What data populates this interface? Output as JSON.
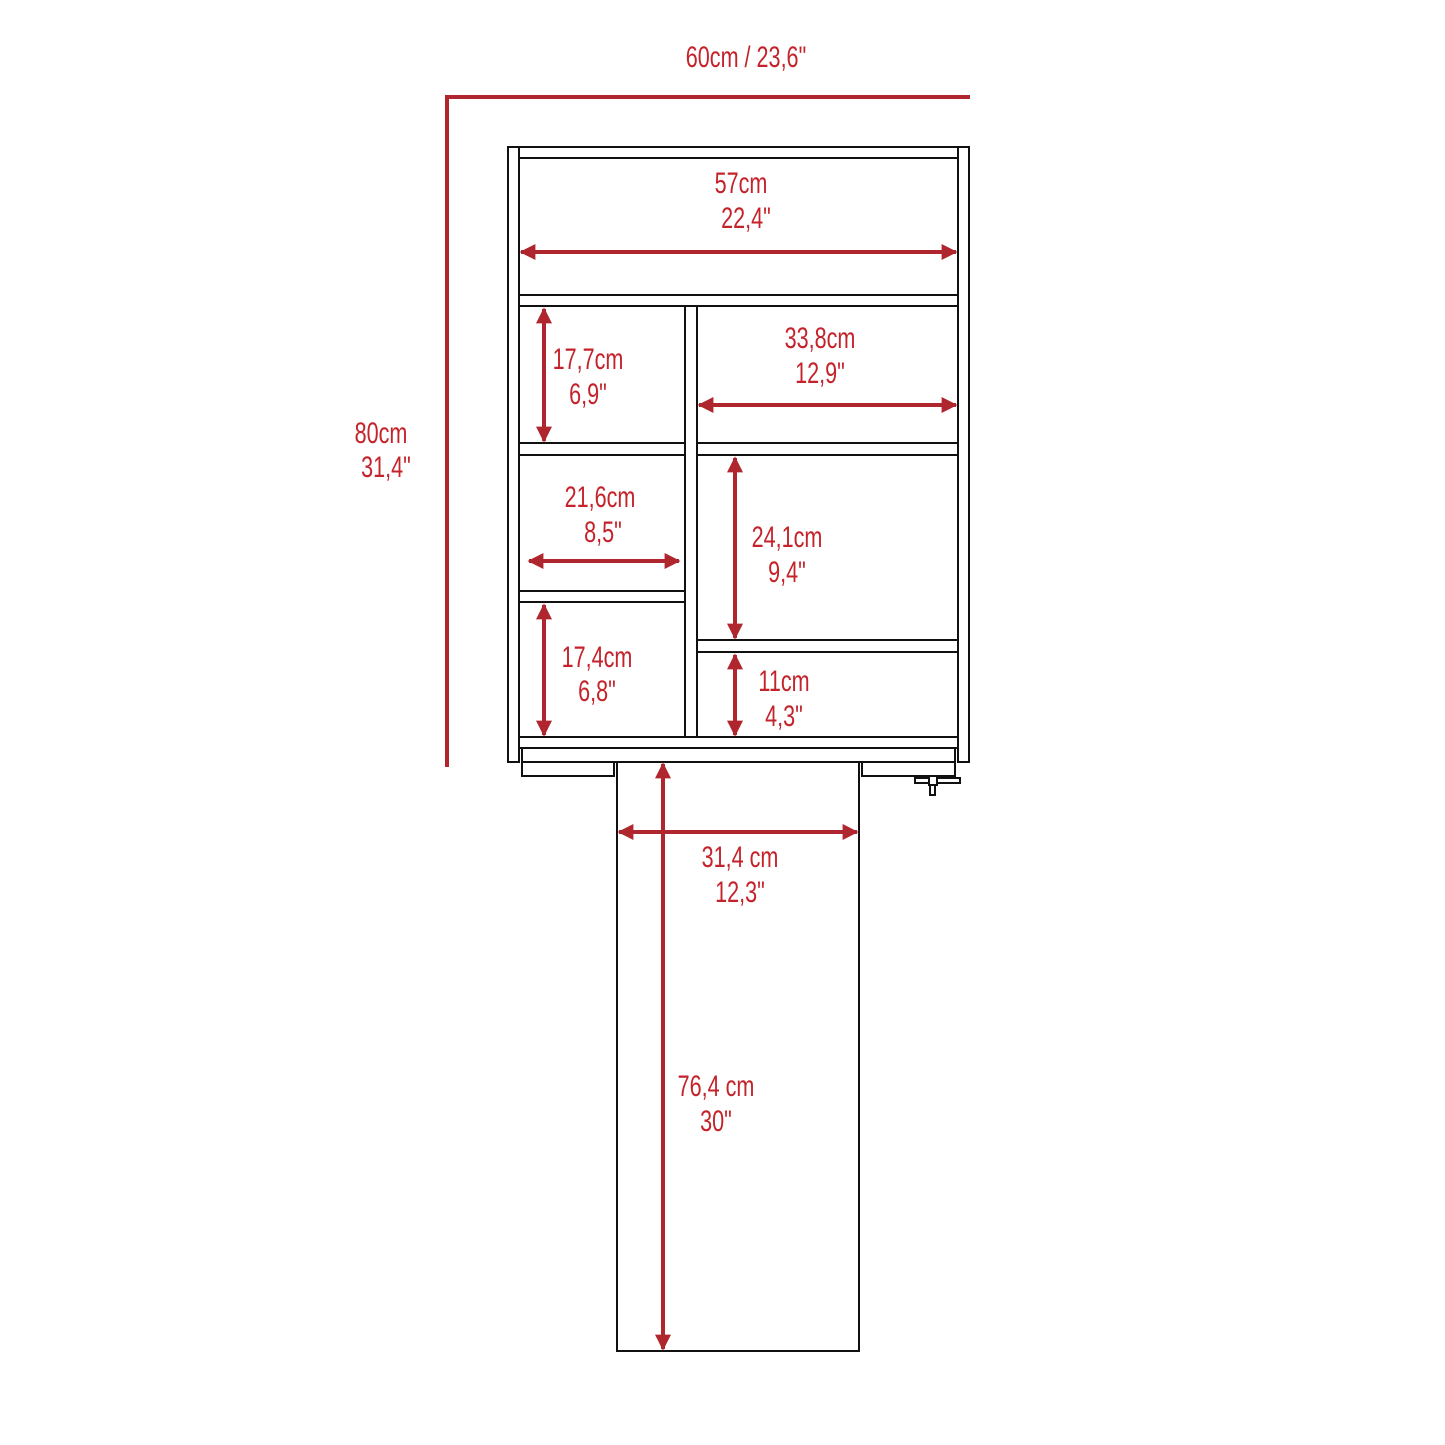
{
  "diagram": {
    "accent_color": "#b0262e",
    "overall_width": {
      "cm": "60cm / 23,6\""
    },
    "overall_height": {
      "cm": "80cm",
      "in": "31,4\""
    },
    "top_compartment_width": {
      "cm": "57cm",
      "in": "22,4\""
    },
    "upper_left_height": {
      "cm": "17,7cm",
      "in": "6,9\""
    },
    "upper_right_width": {
      "cm": "33,8cm",
      "in": "12,9\""
    },
    "middle_left_width": {
      "cm": "21,6cm",
      "in": "8,5\""
    },
    "middle_right_height": {
      "cm": "24,1cm",
      "in": "9,4\""
    },
    "lower_left_height": {
      "cm": "17,4cm",
      "in": "6,8\""
    },
    "lower_right_height": {
      "cm": "11cm",
      "in": "4,3\""
    },
    "table_width": {
      "cm": "31,4 cm",
      "in": "12,3\""
    },
    "table_length": {
      "cm": "76,4 cm",
      "in": "30\""
    }
  }
}
